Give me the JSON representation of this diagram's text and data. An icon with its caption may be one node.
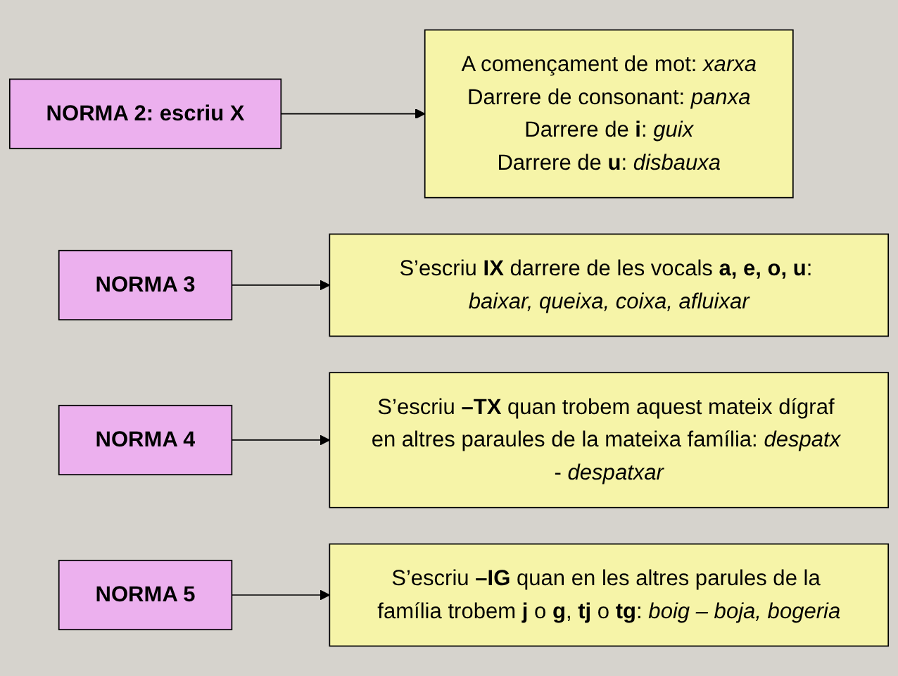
{
  "diagram": {
    "nodes": [
      {
        "text": [
          "NORMA 2: escriu X"
        ]
      },
      {
        "text": [
          "A començament de mot: *xarxa*",
          "Darrere de consonant: *panxa*",
          "Darrere de **i**: *guix*",
          "Darrere de **u**: *disbauxa*"
        ]
      },
      {
        "text": [
          "NORMA 3"
        ]
      },
      {
        "text": [
          "S’escriu **IX** darrere de les vocals **a, e, o, u**: *baixar, queixa, coixa, afluixar*"
        ]
      },
      {
        "text": [
          "NORMA 4"
        ]
      },
      {
        "text": [
          "S’escriu **–TX** quan trobem aquest mateix dígraf en altres paraules de la mateixa família: *despatx* - *despatxar*"
        ]
      },
      {
        "text": [
          "NORMA 5"
        ]
      },
      {
        "text": [
          "S’escriu **–IG** quan en les altres parules de la família trobem **j** o **g**, **tj** o **tg**: *boig – boja, bogeria*"
        ]
      }
    ],
    "edges": [
      {
        "from": 0,
        "to": 1,
        "arrow": "to"
      },
      {
        "from": 2,
        "to": 3,
        "arrow": "to"
      },
      {
        "from": 4,
        "to": 5,
        "arrow": "to"
      },
      {
        "from": 6,
        "to": 7,
        "arrow": "to"
      }
    ]
  }
}
